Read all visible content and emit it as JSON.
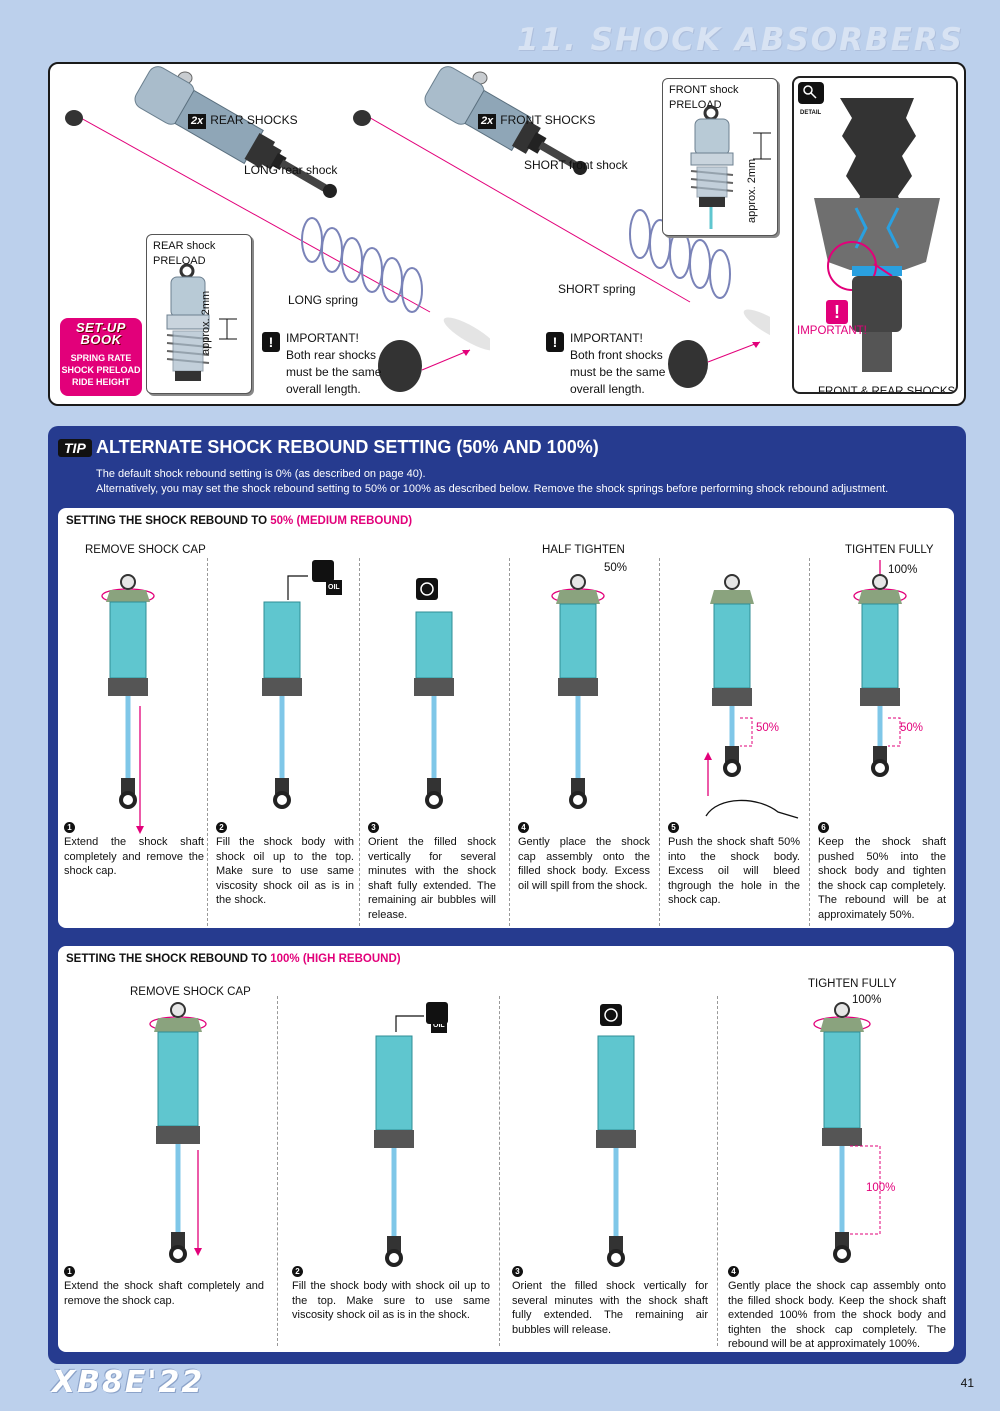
{
  "header": {
    "title": "11. SHOCK ABSORBERS"
  },
  "top": {
    "rear_shocks": {
      "badge": "2x",
      "label": "REAR SHOCKS",
      "shock": "LONG rear shock",
      "spring": "LONG spring"
    },
    "front_shocks": {
      "badge": "2x",
      "label": "FRONT SHOCKS",
      "shock": "SHORT front shock",
      "spring": "SHORT spring"
    },
    "rear_preload": {
      "title": "REAR shock PRELOAD",
      "measure": "approx. 2mm"
    },
    "front_preload": {
      "title": "FRONT shock PRELOAD",
      "measure": "approx. 2mm"
    },
    "important_rear": {
      "mark": "!",
      "lines": [
        "IMPORTANT!",
        "Both rear shocks",
        "must be the same",
        "overall length."
      ]
    },
    "important_front": {
      "mark": "!",
      "lines": [
        "IMPORTANT!",
        "Both front shocks",
        "must be the same",
        "overall length."
      ]
    },
    "setup_book": {
      "title1": "SET-UP",
      "title2": "BOOK",
      "items": [
        "SPRING RATE",
        "SHOCK PRELOAD",
        "RIDE HEIGHT"
      ]
    },
    "detail": {
      "tag": "DETAIL",
      "important": "IMPORTANT!",
      "mark": "!",
      "caption": "FRONT & REAR SHOCKS"
    }
  },
  "tip": {
    "tag": "TIP",
    "title": "ALTERNATE SHOCK REBOUND SETTING (50% AND 100%)",
    "intro": [
      "The default shock rebound setting is 0% (as described on page 40).",
      "Alternatively, you may set the shock rebound setting to 50% or 100% as described below. Remove the shock springs before performing shock rebound adjustment."
    ],
    "sec50": {
      "title_prefix": "SETTING THE SHOCK REBOUND TO ",
      "title_pct": "50% (MEDIUM REBOUND)",
      "captions": {
        "remove": "REMOVE SHOCK CAP",
        "half": "HALF TIGHTEN",
        "half_pct": "50%",
        "full": "TIGHTEN FULLY",
        "full_pct": "100%",
        "bleed_pct": "50%",
        "final_pct": "50%",
        "oil": "OIL"
      },
      "steps": [
        {
          "no": "1",
          "text": "Extend the shock shaft completely and remove the shock cap."
        },
        {
          "no": "2",
          "text": "Fill the shock body with shock oil up to the top. Make sure to use same viscosity shock oil as is in the shock."
        },
        {
          "no": "3",
          "text": "Orient the filled shock vertically for several minutes with the shock shaft fully extended. The remaining air bubbles will release."
        },
        {
          "no": "4",
          "text": "Gently place the shock cap assembly onto the filled shock body. Excess oil will spill from the shock."
        },
        {
          "no": "5",
          "text": "Push the shock shaft 50% into the shock body. Excess oil will bleed thgrough the hole in the shock cap."
        },
        {
          "no": "6",
          "text": "Keep the shock shaft pushed 50% into the shock body and tighten the shock cap completely. The rebound will be at approximately 50%."
        }
      ]
    },
    "sec100": {
      "title_prefix": "SETTING THE SHOCK REBOUND TO ",
      "title_pct": "100% (HIGH REBOUND)",
      "captions": {
        "remove": "REMOVE SHOCK CAP",
        "full": "TIGHTEN FULLY",
        "full_pct": "100%",
        "final_pct": "100%",
        "oil": "OIL"
      },
      "steps": [
        {
          "no": "1",
          "text": "Extend the shock shaft completely and remove the shock cap."
        },
        {
          "no": "2",
          "text": "Fill the shock body with shock oil up to the top. Make sure to use same viscosity shock oil as is in the shock."
        },
        {
          "no": "3",
          "text": "Orient the filled shock vertically for several minutes with the shock shaft fully extended. The remaining air bubbles will release."
        },
        {
          "no": "4",
          "text": "Gently place the shock cap assembly onto the filled shock body. Keep the shock shaft extended 100% from the shock body and tighten the shock cap completely. The rebound will be at approximately 100%."
        }
      ]
    }
  },
  "footer": {
    "brand": "XB8E'22",
    "page": "41"
  },
  "colors": {
    "accent": "#e2007a",
    "navy": "#263b8f",
    "shock_body": "#5fc6cf",
    "background": "#bcd0ec"
  }
}
